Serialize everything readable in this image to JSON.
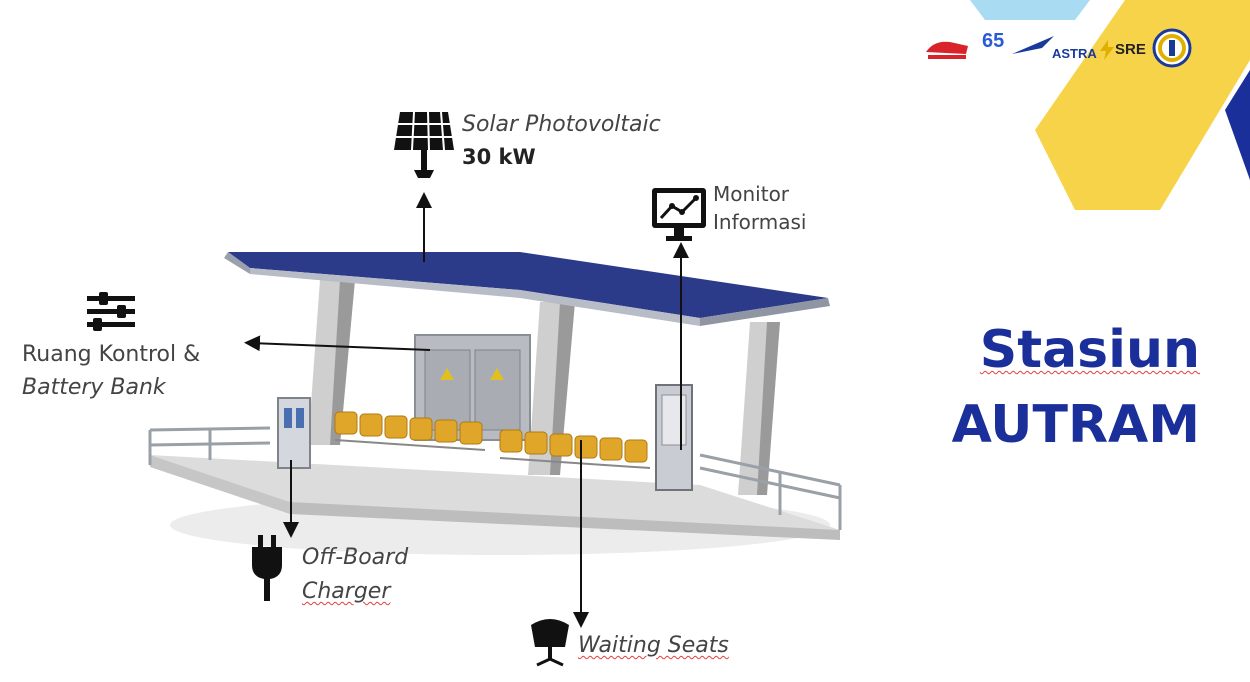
{
  "logos": {
    "anniversary": "65",
    "astra": "ASTRA",
    "sre": "SRE"
  },
  "labels": {
    "solar_line1": "Solar Photovoltaic",
    "solar_line2": "30 kW",
    "monitor_line1": "Monitor",
    "monitor_line2": "Informasi",
    "control_line1": "Ruang Kontrol &",
    "control_line2": "Battery Bank",
    "charger_line1": "Off-Board",
    "charger_line2": "Charger",
    "seats": "Waiting Seats"
  },
  "title": {
    "line1": "Stasiun",
    "line2": "AUTRAM"
  },
  "colors": {
    "title": "#1b2f9a",
    "accent_yellow": "#f7d34a",
    "accent_blue": "#9ad3f0",
    "roof": "#2c3a8a",
    "seat": "#e0a62a"
  }
}
